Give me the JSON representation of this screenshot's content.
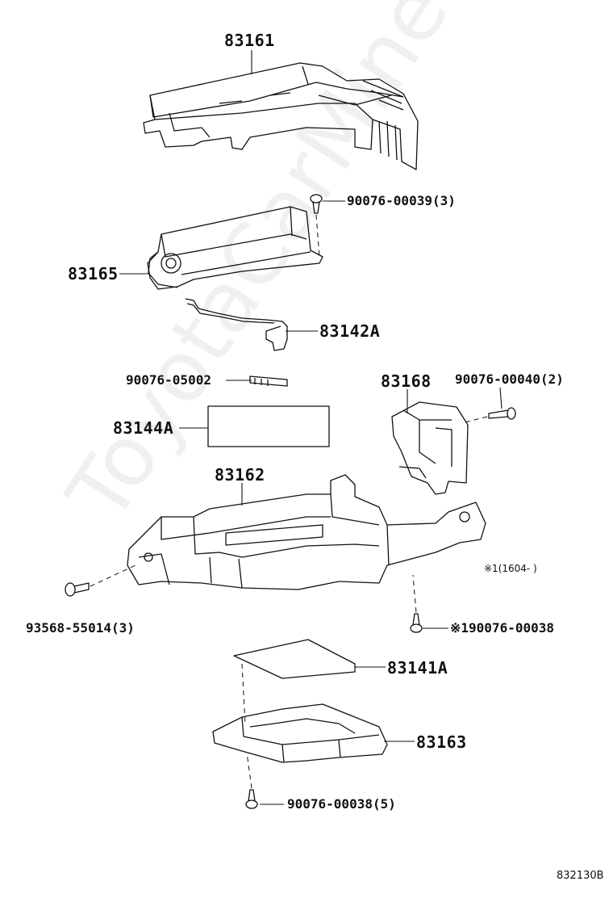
{
  "parts": {
    "p83161": "83161",
    "p90076_00039": "90076-00039(3)",
    "p83165": "83165",
    "p83142a": "83142A",
    "p90076_05002": "90076-05002",
    "p83168": "83168",
    "p90076_00040": "90076-00040(2)",
    "p83144a": "83144A",
    "p83162": "83162",
    "note_1604": "※1(1604-   )",
    "p93568_55014": "93568-55014(3)",
    "p90076_00038_n1": "※190076-00038",
    "p83141a": "83141A",
    "p83163": "83163",
    "p90076_00038_5": "90076-00038(5)"
  },
  "diagram_ref": "832130B",
  "watermark": "ToyotaCarMine.ru"
}
